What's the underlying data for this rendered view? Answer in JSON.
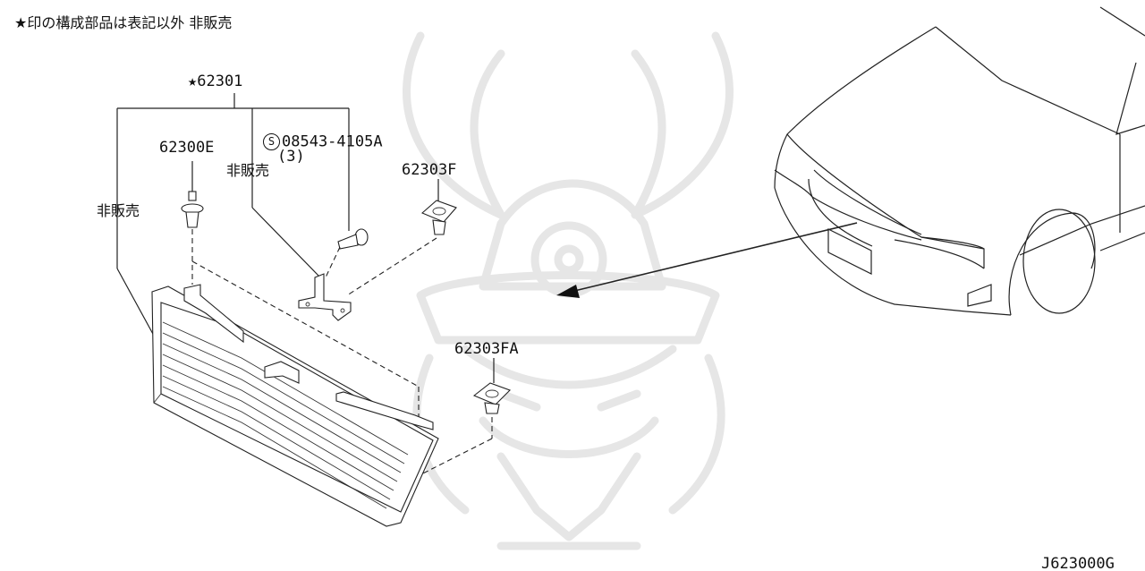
{
  "header": {
    "note": "★印の構成部品は表記以外 非販売"
  },
  "labels": {
    "grille_assembly": "★62301",
    "bolt_part": "62300E",
    "screw_part": "08543-4105A",
    "screw_marker": "S",
    "screw_qty": "(3)",
    "clip_part_upper": "62303F",
    "clip_part_lower": "62303FA",
    "not_sold_left": "非販売",
    "not_sold_bracket": "非販売"
  },
  "footer": {
    "diagram_code": "J623000G"
  }
}
